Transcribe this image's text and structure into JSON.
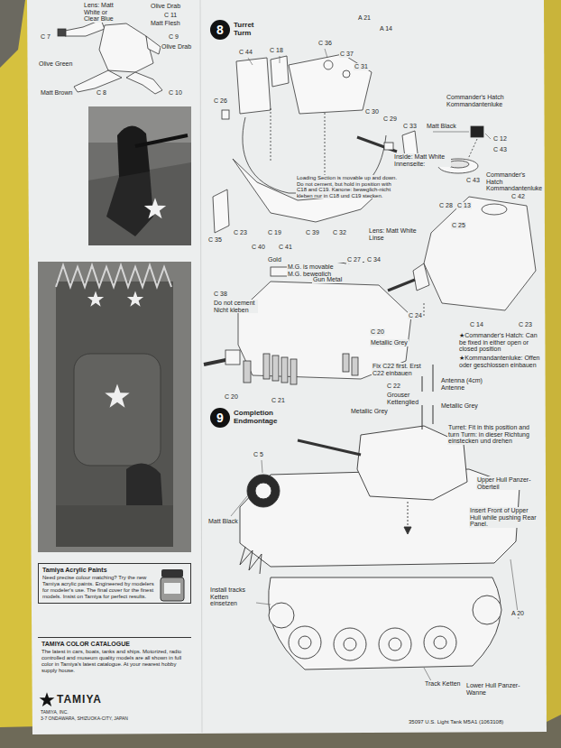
{
  "diagram": {
    "nodes": [
      {
        "text": [
          "8",
          "Turret Turm"
        ]
      },
      {
        "text": [
          "9",
          "Completion Endmontage"
        ]
      },
      {
        "text": [
          "Tamiya Acrylic Paints",
          "Need precise colour matching? Try the new Tamiya acrylic paints. Engineered by modelers for modeler's use. The final cover for the finest models. Insist on Tamiya for perfect results."
        ]
      },
      {
        "text": [
          "TAMIYA COLOR CATALOGUE",
          "The latest in cars, boats, tanks and ships. Motorized, radio controlled and museum quality models are all shown in full color in Tamiya's latest catalogue. At your nearest hobby supply house."
        ]
      }
    ],
    "labels": [
      "Lens: Matt White or Clear Blue",
      "Olive Drab",
      "C 11",
      "Matt Flesh",
      "C 7",
      "C 9",
      "Olive Drab",
      "Olive Green",
      "Matt Brown",
      "C 8",
      "C 10",
      "A 21",
      "A 14",
      "C 44",
      "C 18",
      "C 36",
      "C 37",
      "C 31",
      "C 26",
      "C 30",
      "C 29",
      "C 33",
      "Matt Black",
      "C 12",
      "Commander's Hatch Kommandantenluke",
      "C 43",
      "Inside: Matt White Innenseite:",
      "Loading Section is movable up and down. Do not cement, but hold in position with C18 and C19. Kanone: beweglich-nicht kleben nur in C18 und C19 stecken.",
      "C 35",
      "C 23",
      "C 19",
      "C 39",
      "C 32",
      "C 43",
      "Commander's Hatch Kommandantenluke",
      "C 42",
      "C 28",
      "C 13",
      "Lens: Matt White Linse",
      "C 25",
      "C 40",
      "C 41",
      "Gold",
      "M.G. is movable M.G. beweglich",
      "C 27",
      "C 34",
      "Gun Metal",
      "C 38",
      "Do not cement Nicht kleben",
      "C 24",
      "C 14",
      "C 23",
      "★Commander's Hatch: Can be fixed in either open or closed position",
      "★Kommandantenluke: Offen oder geschlossen einbauen",
      "C 20",
      "Metallic Grey",
      "Fix C22 first. Erst C22 einbauen",
      "C 22",
      "Grouser Kettenglied",
      "Metallic Grey",
      "Antenna (4cm) Antenne",
      "Metallic Grey",
      "C 20",
      "C 21",
      "Turret: Fit in this position and turn Turm: in dieser Richtung einstecken und drehen",
      "C 5",
      "Matt Black",
      "Upper Hull Panzer-Oberteil",
      "Insert Front of Upper Hull while pushing Rear Panel.",
      "A 20",
      "Install tracks Ketten einsetzen",
      "Track Ketten",
      "Lower Hull Panzer-Wanne",
      "TAMIYA",
      "TAMIYA, INC.",
      "3-7 ONDAWARA, SHIZUOKA-CITY, JAPAN",
      "35097 U.S. Light Tank M5A1 (1063108)"
    ]
  }
}
